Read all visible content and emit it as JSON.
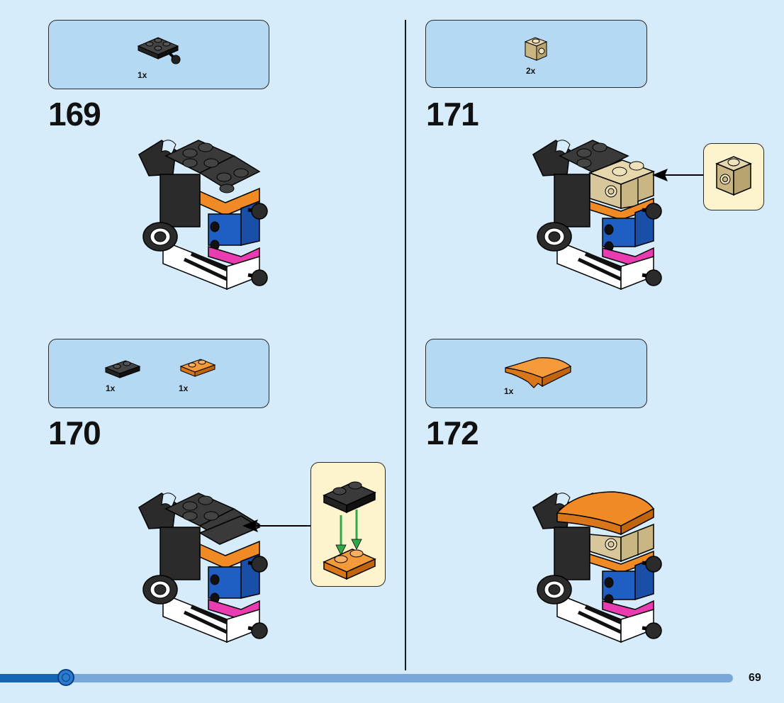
{
  "steps": [
    {
      "number": "169",
      "parts": [
        {
          "qty": "1x",
          "icon": "black-plate-with-ball-joint"
        }
      ]
    },
    {
      "number": "170",
      "parts": [
        {
          "qty": "1x",
          "icon": "black-plate-1x2"
        },
        {
          "qty": "1x",
          "icon": "orange-plate-1x2"
        }
      ]
    },
    {
      "number": "171",
      "parts": [
        {
          "qty": "2x",
          "icon": "tan-brick-1x1-with-stud-side"
        }
      ]
    },
    {
      "number": "172",
      "parts": [
        {
          "qty": "1x",
          "icon": "orange-curved-slope"
        }
      ]
    }
  ],
  "page_number": "69",
  "progress": 0.09,
  "colors": {
    "background": "#d6ecfa",
    "parts_box": "#b5d9f3",
    "callout": "#fdf3cc",
    "black_brick": "#2a2a2a",
    "orange": "#f08a24",
    "blue": "#1f5fc4",
    "magenta": "#e93cb0",
    "tan": "#d8c79a",
    "arrow_green": "#2fa84a",
    "progress": "#1565b6"
  }
}
